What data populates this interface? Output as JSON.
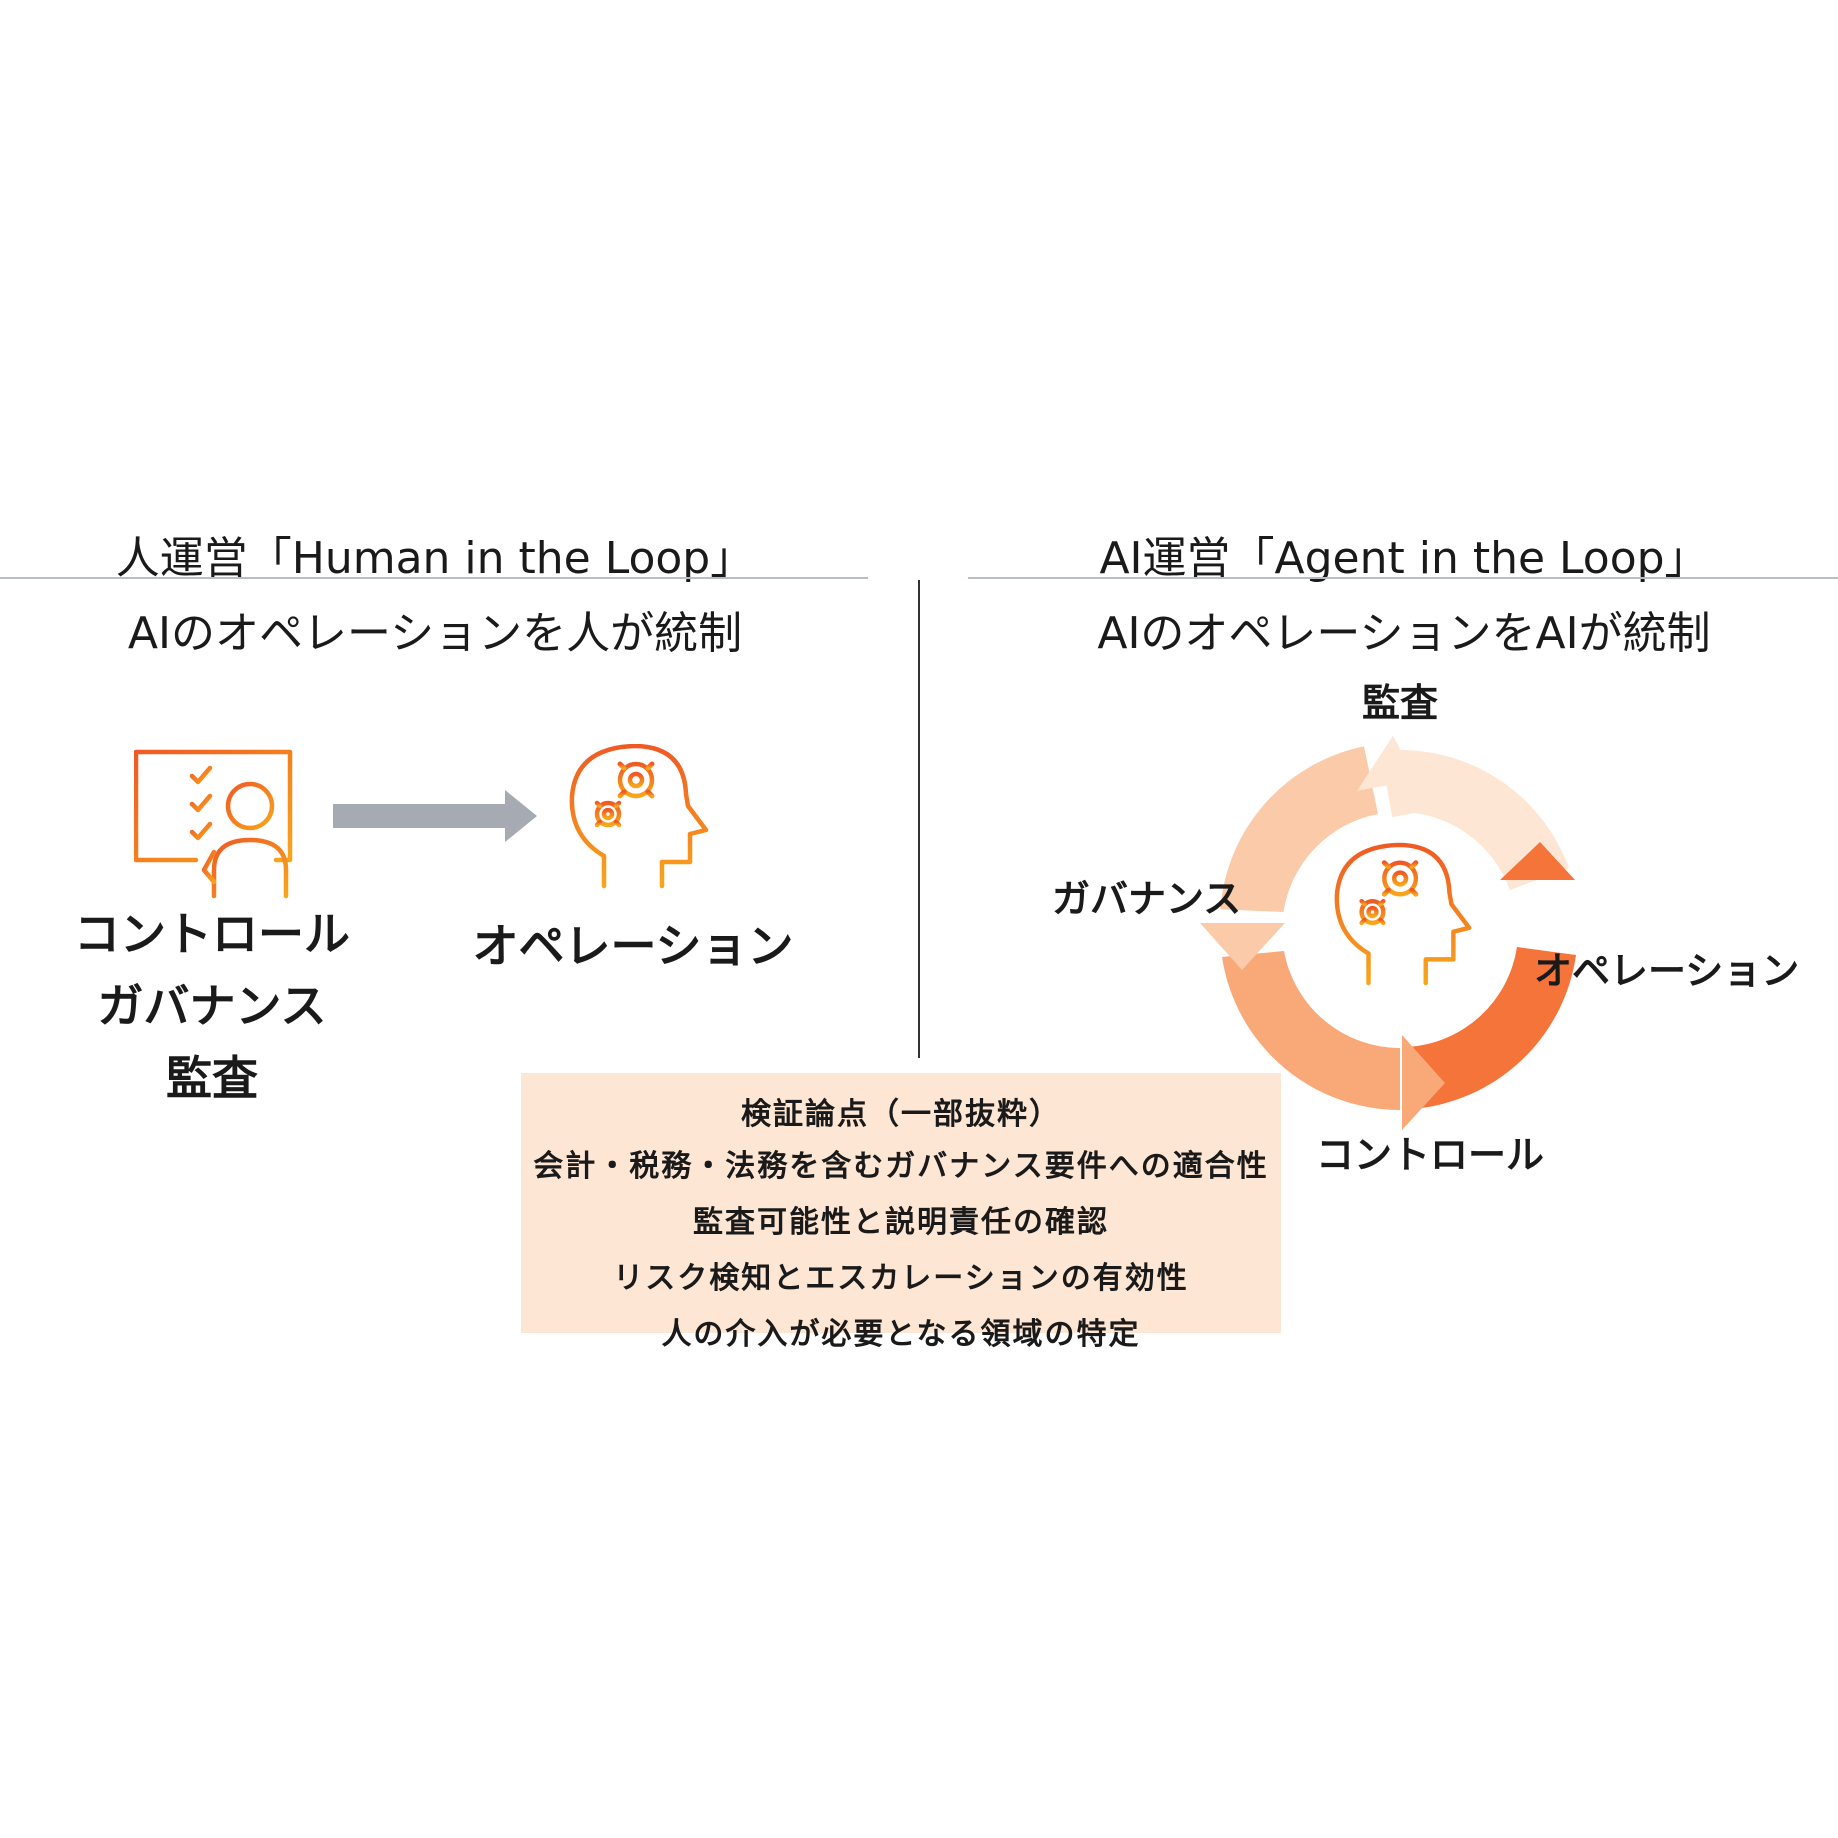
{
  "left": {
    "title": "人運営「Human in the Loop」",
    "subtitle": "AIのオペレーションを人が統制",
    "human_labels": [
      "コントロール",
      "ガバナンス",
      "監査"
    ],
    "ai_label": "オペレーション"
  },
  "right": {
    "title": "AI運営「Agent in the Loop」",
    "subtitle": "AIのオペレーションをAIが統制",
    "cycle": {
      "top": "監査",
      "left": "ガバナンス",
      "right": "オペレーション",
      "bottom": "コントロール"
    }
  },
  "checkpoints": {
    "heading": "検証論点（一部抜粋）",
    "items": [
      "会計・税務・法務を含むガバナンス要件への適合性",
      "監査可能性と説明責任の確認",
      "リスク検知とエスカレーションの有効性",
      "人の介入が必要となる領域の特定"
    ]
  },
  "colors": {
    "orange_dark": "#f0701e",
    "orange_mid": "#f7a070",
    "orange_light": "#fbd0b2",
    "orange_pale": "#fde6d4",
    "arrow_gray": "#a6abb3"
  },
  "icons": [
    "checklist-person-icon",
    "ai-head-gears-icon"
  ]
}
